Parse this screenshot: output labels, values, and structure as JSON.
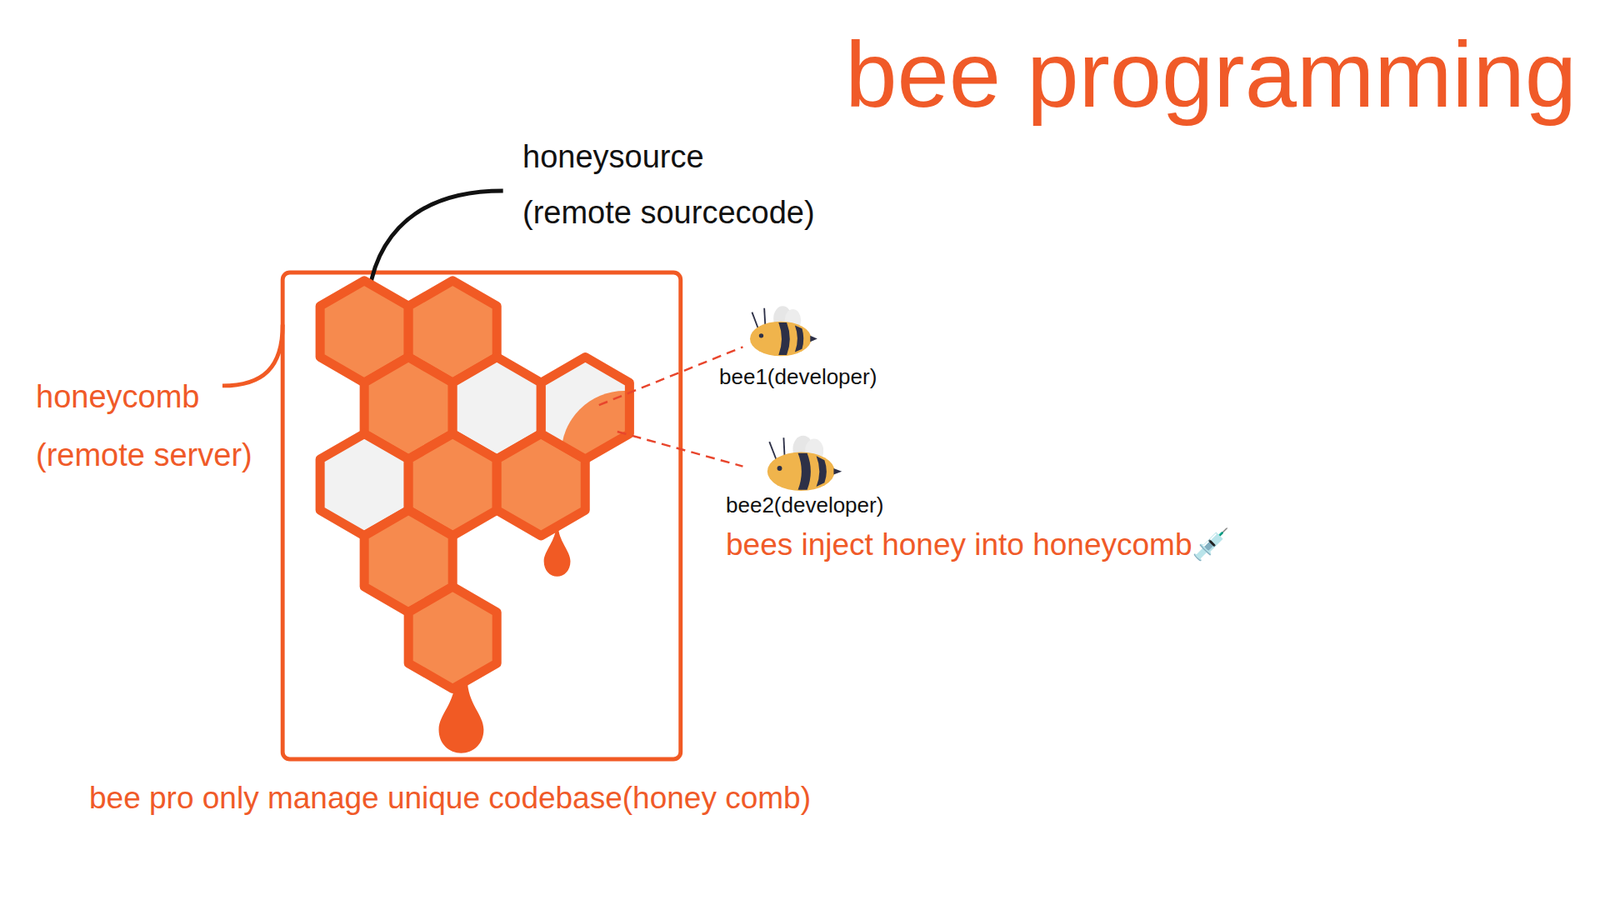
{
  "diagram": {
    "title": "bee programming",
    "caption": "bee pro only manage unique codebase(honey comb)",
    "labels": [
      "honeysource",
      "(remote sourcecode)",
      "honeycomb",
      "(remote server)",
      "bee1(developer)",
      "bee2(developer)",
      "bees inject honey into honeycomb💉"
    ]
  }
}
